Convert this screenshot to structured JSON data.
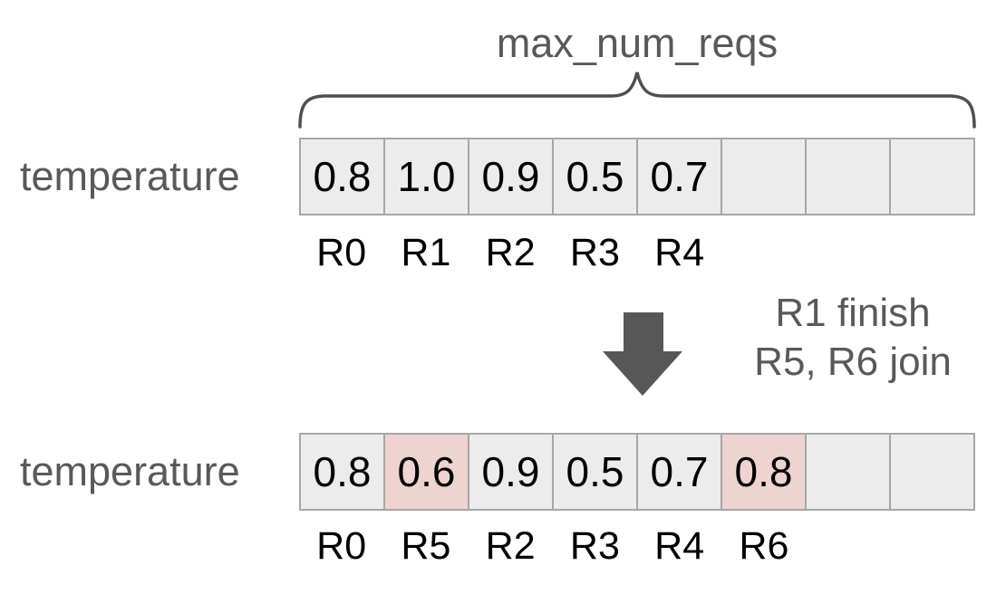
{
  "title": "max_num_reqs",
  "rows": [
    {
      "label": "temperature",
      "cells": [
        {
          "value": "0.8",
          "highlight": false
        },
        {
          "value": "1.0",
          "highlight": false
        },
        {
          "value": "0.9",
          "highlight": false
        },
        {
          "value": "0.5",
          "highlight": false
        },
        {
          "value": "0.7",
          "highlight": false
        },
        {
          "value": "",
          "highlight": false
        },
        {
          "value": "",
          "highlight": false
        },
        {
          "value": "",
          "highlight": false
        }
      ],
      "request_labels": [
        "R0",
        "R1",
        "R2",
        "R3",
        "R4",
        "",
        "",
        ""
      ]
    },
    {
      "label": "temperature",
      "cells": [
        {
          "value": "0.8",
          "highlight": false
        },
        {
          "value": "0.6",
          "highlight": true
        },
        {
          "value": "0.9",
          "highlight": false
        },
        {
          "value": "0.5",
          "highlight": false
        },
        {
          "value": "0.7",
          "highlight": false
        },
        {
          "value": "0.8",
          "highlight": true
        },
        {
          "value": "",
          "highlight": false
        },
        {
          "value": "",
          "highlight": false
        }
      ],
      "request_labels": [
        "R0",
        "R5",
        "R2",
        "R3",
        "R4",
        "R6",
        "",
        ""
      ]
    }
  ],
  "note": {
    "lines": [
      "R1 finish",
      "R5, R6 join"
    ]
  },
  "colors": {
    "cell_bg": "#ececec",
    "cell_highlight": "#eed3d0",
    "cell_border": "#a6a6a6",
    "muted_text": "#595959",
    "value_text": "#000000",
    "arrow": "#575757",
    "brace": "#4f4f4f"
  }
}
